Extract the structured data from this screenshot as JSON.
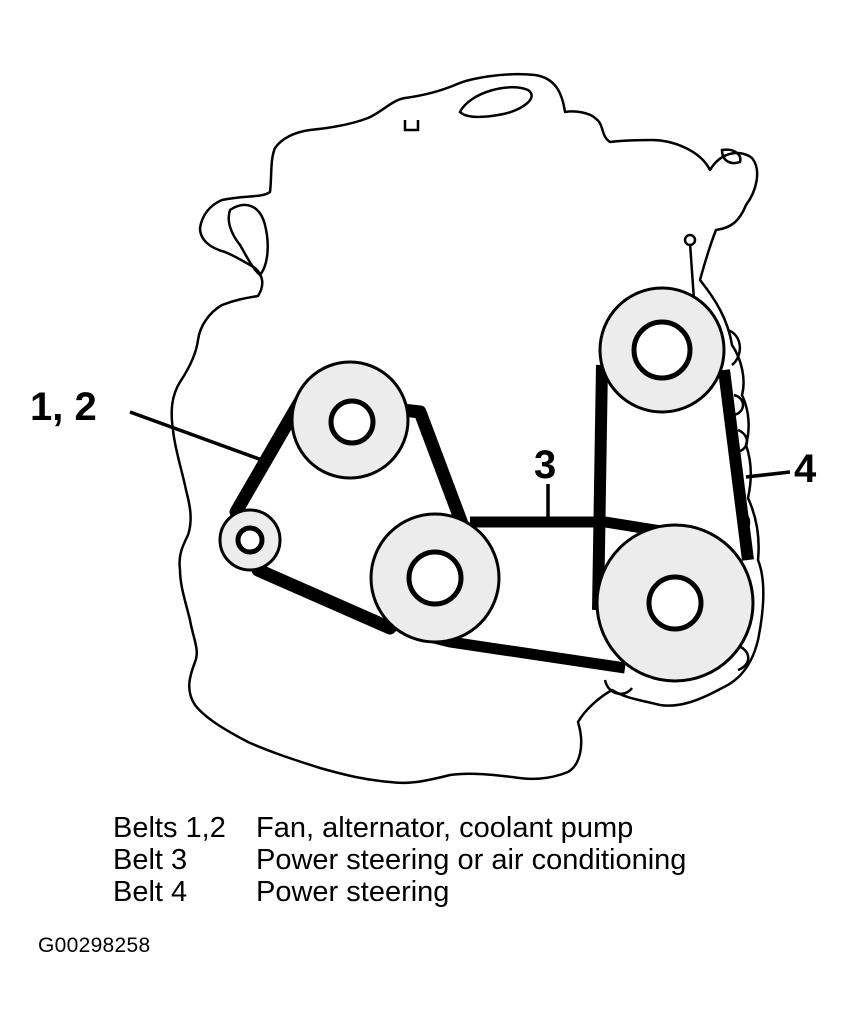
{
  "callouts": {
    "belts_1_2": "1, 2",
    "belt_3": "3",
    "belt_4": "4"
  },
  "legend": [
    {
      "key": "Belts 1,2",
      "desc": "Fan, alternator, coolant pump"
    },
    {
      "key": "Belt 3",
      "desc": "Power steering or air conditioning"
    },
    {
      "key": "Belt 4",
      "desc": "Power steering"
    }
  ],
  "figure_id": "G00298258",
  "colors": {
    "ink": "#000000",
    "pulley_fill": "#ececec",
    "background": "#ffffff"
  }
}
